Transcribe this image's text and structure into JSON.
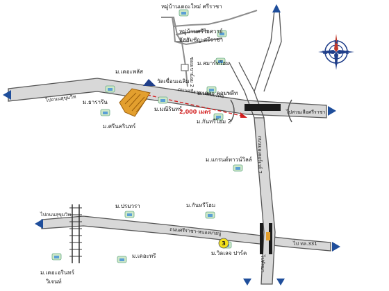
{
  "labels": {
    "muban_the_new_sriracha": "หมู่บ้านเดอะใหม่ ศรีราชา",
    "muban_srisiam": "หมู่บ้านศรีไอศวาย์",
    "assumption_sriracha": "อัสสัมชัญ-ศรีราชา",
    "smart_home": "ม.สมาร์ทโฮม",
    "the_plus": "ม.เดอะพลัส",
    "wat": "วัดเขื่อนเฉลิม",
    "the_compound": "ม.เดอะ คอมพลีท",
    "tharin": "ม.ธารารีน",
    "manirin": "ม.มณีรินทร์",
    "kanthree_home2": "ม.กันทรีโฮม 2",
    "srinakarin": "ม.ศรีนครินทร์",
    "grandnhouse": "ม.แกรนด์ทาวน์วิลล์",
    "pornwara": "ม.ปรมวรา",
    "kanthree_home": "ม.กันทรีโฮม",
    "the_tree": "ม.เดอะทรี",
    "village_park": "ม.วิลเลจ ปาร์ค",
    "the_rich": "ม.เดอะอรินทร์",
    "virgin": "วิเจนท์"
  },
  "roads": {
    "to_sukhumvit_top": "ไปถนนสุขุมวิท",
    "to_nong_kham": "ไปสวนเสือศรีราชา",
    "road_upper": "ถนนศรีราชา-หนองค้อ",
    "soi": "ซอยเขาน้อย 2",
    "motorway": "ถนนมอเตอร์เวย์ 7",
    "to_sukhumvit_bottom": "ไปถนนสุขุมวิท",
    "road_lower": "ถนนศรีราชา-หนองยายบู่",
    "to_hwy_331": "ไป ทล.331",
    "to_pattaya": "ไปพัทยา"
  },
  "distance": "2,000 เมตร",
  "marker_number": "3",
  "compass": {
    "n": "N",
    "s": "S",
    "e": "E",
    "w": "W"
  }
}
